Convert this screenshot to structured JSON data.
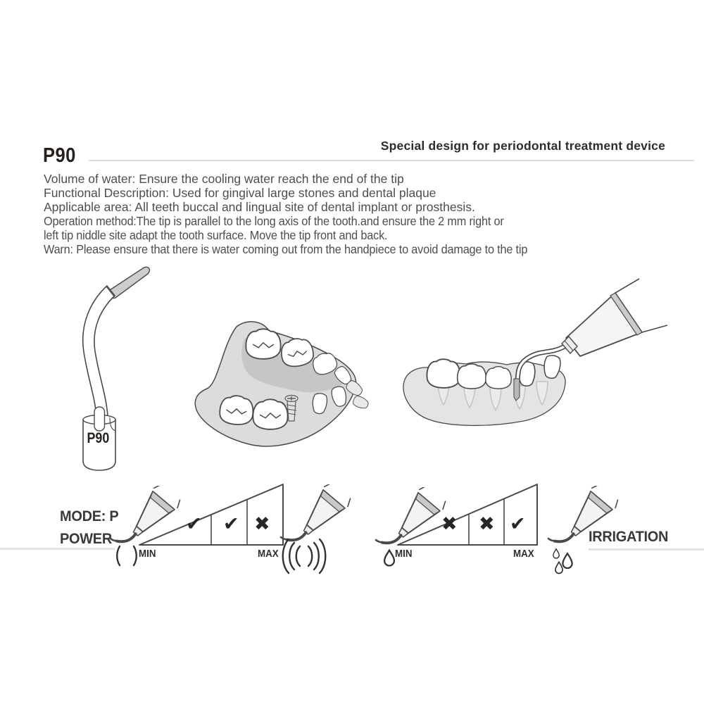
{
  "header": {
    "tagline": "Special design for periodontal treatment device",
    "model": "P90"
  },
  "description": {
    "lines": [
      "Volume of water: Ensure the cooling water reach the end of the tip",
      "Functional Description: Used for gingival large stones and dental plaque",
      "Applicable area: All teeth buccal and lingual site of dental implant or prosthesis.",
      "Operation method:The tip is parallel to the long axis of the tooth.and ensure the 2 mm right or",
      "left tip niddle site adapt the tooth surface. Move the tip front and back.",
      "Warn: Please ensure that there is water coming out from the handpiece to avoid damage to the tip"
    ]
  },
  "tip_figure": {
    "base_label": "P90"
  },
  "power_diagram": {
    "mode_label": "MODE: P",
    "power_label": "POWER",
    "min_label": "MIN",
    "max_label": "MAX",
    "marks": [
      "✔",
      "✔",
      "✖"
    ]
  },
  "irrigation_diagram": {
    "label": "IRRIGATION",
    "min_label": "MIN",
    "max_label": "MAX",
    "marks": [
      "✖",
      "✖",
      "✔"
    ]
  },
  "icons": {
    "power_min": "scaler-tip-weak-vibration-icon",
    "power_max": "scaler-tip-strong-vibration-icon",
    "irrigation_min": "scaler-tip-single-drop-icon",
    "irrigation_max": "scaler-tip-multi-drop-icon"
  },
  "colors": {
    "heading_text": "#27211e",
    "body_text": "#4e4e4e",
    "divider_gray": "#dcdcdc",
    "outline_gray": "#4a4a4a",
    "gum_light_gray": "#dcdcdc",
    "inner_mid_gray": "#c6c6c6",
    "metal_gray": "#cdcdcd"
  }
}
